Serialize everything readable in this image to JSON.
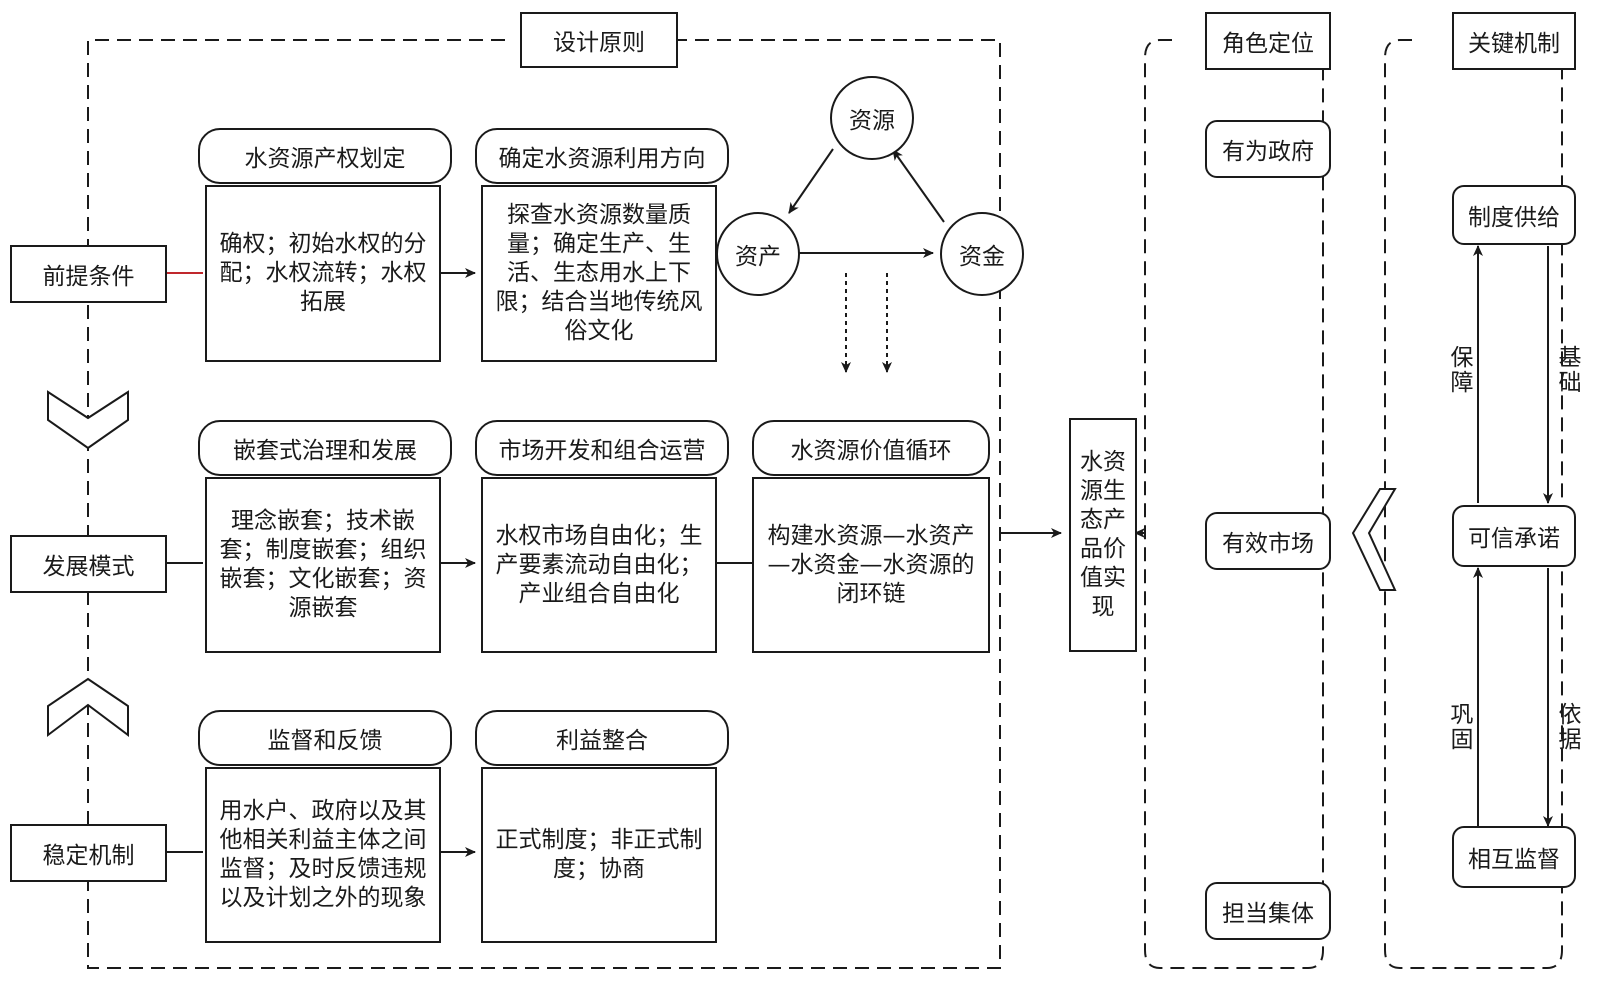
{
  "design": {
    "header": "设计原则",
    "left_labels": [
      "前提条件",
      "发展模式",
      "稳定机制"
    ],
    "row1": {
      "pill1": "水资源产权划定",
      "box1": "确权；初始水权的分配；水权流转；水权拓展",
      "pill2": "确定水资源利用方向",
      "box2": "探查水资源数量质量；确定生产、生活、生态用水上下限；结合当地传统风俗文化"
    },
    "cycle": {
      "top": "资源",
      "left": "资产",
      "right": "资金"
    },
    "row2": {
      "pill1": "嵌套式治理和发展",
      "box1": "理念嵌套；技术嵌套；制度嵌套；组织嵌套；文化嵌套；资源嵌套",
      "pill2": "市场开发和组合运营",
      "box2": "水权市场自由化；生产要素流动自由化；产业组合自由化",
      "pill3": "水资源价值循环",
      "box3": "构建水资源—水资产—水资金—水资源的闭环链"
    },
    "row3": {
      "pill1": "监督和反馈",
      "box1": "用水户、政府以及其他相关利益主体之间监督；及时反馈违规以及计划之外的现象",
      "pill2": "利益整合",
      "box2": "正式制度；非正式制度；协商"
    }
  },
  "center": {
    "text": "水资源生态产品价值实现"
  },
  "roles": {
    "header": "角色定位",
    "items": [
      "有为政府",
      "有效市场",
      "担当集体"
    ]
  },
  "mechanism": {
    "header": "关键机制",
    "nodes": [
      "制度供给",
      "可信承诺",
      "相互监督"
    ],
    "edge_labels": {
      "up1": "保障",
      "down1": "基础",
      "up2": "巩固",
      "down2": "依据"
    }
  },
  "colors": {
    "line": "#1a1a1a",
    "accent_line": "#c0282d"
  }
}
